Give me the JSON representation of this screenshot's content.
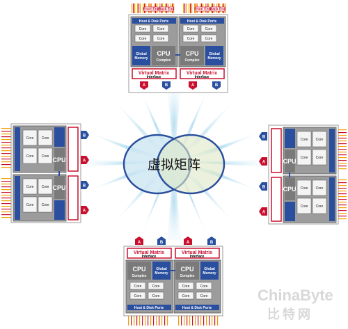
{
  "center_label": "虚拟矩阵",
  "module": {
    "front_end": "Front End",
    "back_end": "Back End",
    "ports": "Host & Disk Ports",
    "core": "Core",
    "cpu": "CPU",
    "complex": "Complex",
    "global": "Global",
    "memory": "Memory",
    "virtual_matrix": "Virtual Matrix",
    "interface": "Interface",
    "port_a": "A",
    "port_b": "B"
  },
  "watermark": {
    "brand": "ChinaByte",
    "sub": "比特网"
  },
  "colors": {
    "red_border": "#c8102e",
    "blue_fill": "#2a4f9e",
    "gray_fill": "#8c8c8c",
    "circle_left": "#c9e4f2",
    "circle_right": "#dde8c6"
  }
}
